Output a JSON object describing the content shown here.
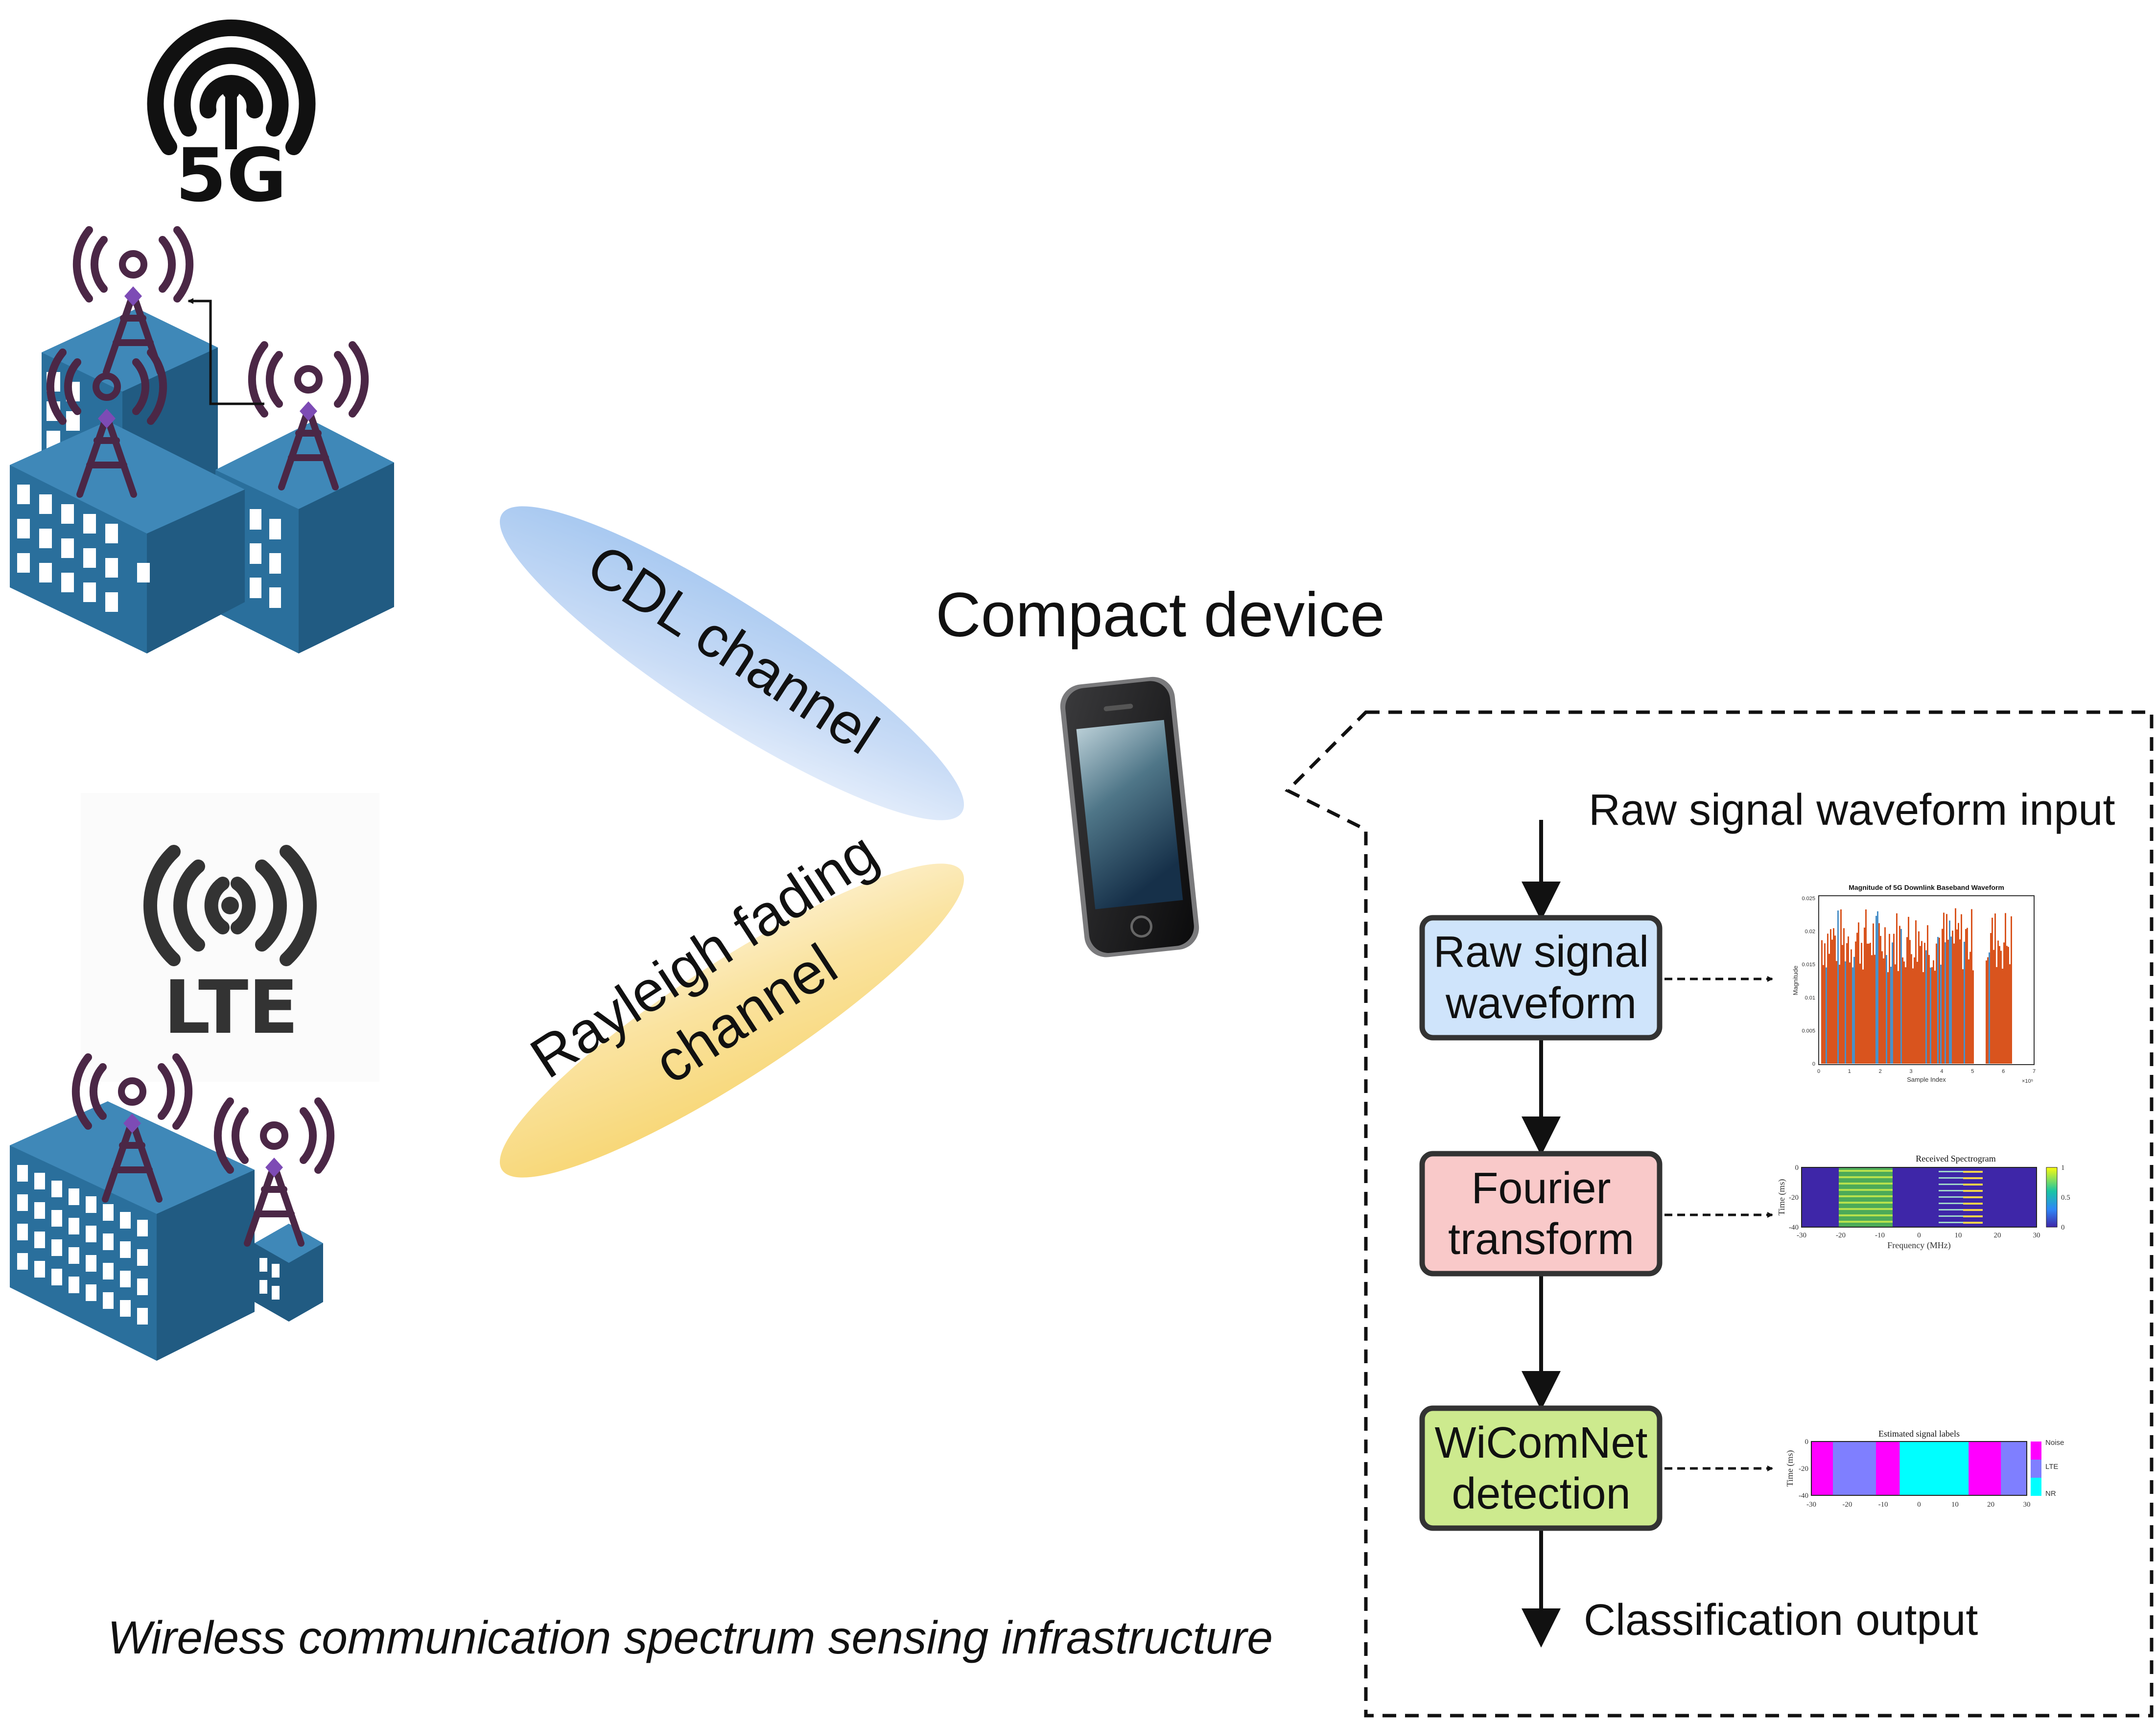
{
  "badges": {
    "fiveg": "5G",
    "lte": "LTE"
  },
  "channels": {
    "cdl": "CDL channel",
    "rayleigh_line1": "Rayleigh fading",
    "rayleigh_line2": "channel"
  },
  "device": {
    "label": "Compact device"
  },
  "pipeline": {
    "input_label": "Raw signal waveform input",
    "output_label": "Classification output",
    "steps": [
      {
        "line1": "Raw signal",
        "line2": "waveform",
        "fill": "#cfe4fb"
      },
      {
        "line1": "Fourier",
        "line2": "transform",
        "fill": "#f9c9c9"
      },
      {
        "line1": "WiComNet",
        "line2": "detection",
        "fill": "#cdea8e"
      }
    ]
  },
  "plots": {
    "waveform": {
      "title": "Magnitude of 5G Downlink Baseband Waveform",
      "xlabel": "Sample Index",
      "ylabel": "Magnitude",
      "xticks": [
        "0",
        "1",
        "2",
        "3",
        "4",
        "5",
        "6",
        "7"
      ],
      "yticks": [
        "0",
        "0.005",
        "0.01",
        "0.015",
        "0.02",
        "0.025"
      ],
      "xscale_note": "×10⁵"
    },
    "spectrogram": {
      "title": "Received Spectrogram",
      "xlabel": "Frequency (MHz)",
      "ylabel": "Time (ms)",
      "xticks": [
        "-30",
        "-20",
        "-10",
        "0",
        "10",
        "20",
        "30"
      ],
      "yticks": [
        "0",
        "-20",
        "-40"
      ],
      "colorbar_ticks": [
        "1",
        "0.5",
        "0"
      ]
    },
    "labels": {
      "title": "Estimated signal labels",
      "xlabel": "",
      "ylabel": "Time (ms)",
      "xticks": [
        "-30",
        "-20",
        "-10",
        "0",
        "10",
        "20",
        "30"
      ],
      "yticks": [
        "0",
        "-20",
        "-40"
      ],
      "legend": [
        "Noise",
        "LTE",
        "NR"
      ],
      "colors": {
        "Noise": "#ff00ff",
        "LTE": "#7f7fff",
        "NR": "#00ffff"
      }
    }
  },
  "caption": "Wireless communication spectrum sensing infrastructure",
  "colors": {
    "building": "#2a6f9c",
    "antenna": "#4b2746",
    "ink": "#111111"
  }
}
